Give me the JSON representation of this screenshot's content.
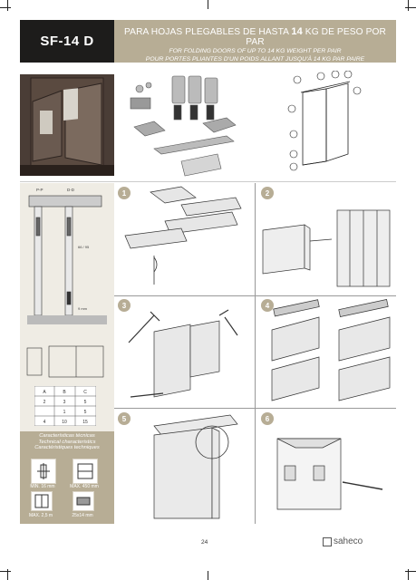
{
  "header": {
    "model": "SF-14 D",
    "title_prefix": "PARA HOJAS PLEGABLES DE HASTA",
    "title_weight": "14",
    "title_suffix": "KG DE PESO POR PAR",
    "subtitle_en": "FOR FOLDING DOORS OF UP TO 14 KG WEIGHT PER PAIR",
    "subtitle_fr": "POUR PORTES PLIANTES D'UN POIDS ALLANT JUSQU'À 14 KG PAR PAIRE"
  },
  "parts_callouts": [
    "A",
    "B",
    "C",
    "D",
    "E",
    "F"
  ],
  "drawing_labels": {
    "pp": "P-P",
    "dd": "D-D",
    "measure_a": "66 / 95",
    "measure_b": "9 mm"
  },
  "steps": [
    "1",
    "2",
    "3",
    "4",
    "5",
    "6"
  ],
  "table": {
    "rows": [
      [
        "A",
        "B",
        "C"
      ],
      [
        "2",
        "3",
        "5"
      ],
      [
        "",
        "1",
        "5"
      ],
      [
        "4",
        "10",
        "15"
      ]
    ]
  },
  "characteristics": {
    "es": "Características técnicas",
    "en": "Technical characteristics",
    "fr": "Caractéristiques techniques"
  },
  "specs": [
    {
      "icon": "min-thickness-icon",
      "label": "MIN. 16 mm"
    },
    {
      "icon": "max-width-icon",
      "label": "MAX. 450 mm"
    },
    {
      "icon": "max-height-icon",
      "label": "MAX. 2,5 m"
    },
    {
      "icon": "profile-icon",
      "label": "25x14 mm"
    }
  ],
  "footer": {
    "page": "24",
    "brand": "saheco"
  },
  "colors": {
    "dark": "#1d1c1b",
    "accent": "#b7ad95",
    "sidebar": "#efece4"
  }
}
